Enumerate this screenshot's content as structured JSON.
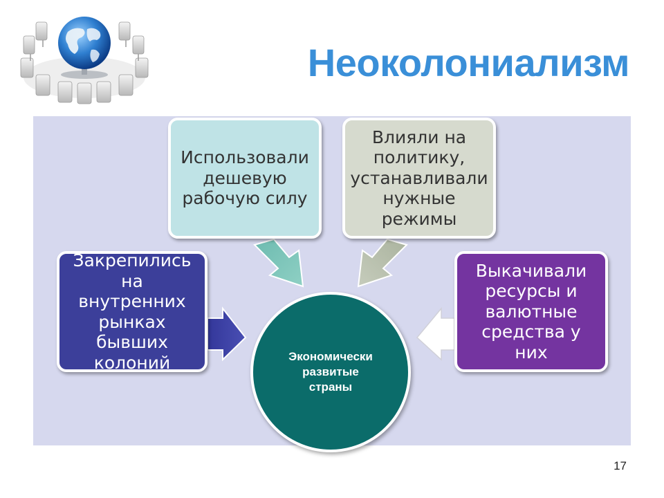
{
  "title": "Неоколониализм",
  "page_number": "17",
  "diagram": {
    "center": "Экономически\nразвитые\nстраны",
    "boxes": {
      "left": "Закрепились\nна внутренних\nрынках\nбывших\nколоний",
      "top_left": "Использовали\nдешевую\nрабочую силу",
      "top_right": "Влияли на\nполитику,\nустанавливали\nнужные\nрежимы",
      "right": "Выкачивали\nресурсы и\nвалютные\nсредства у них"
    }
  },
  "colors": {
    "title": "#3a8fd8",
    "panel": "#d6d8ee",
    "left_box": "#3c3f9a",
    "top_left_box": "#bfe3e6",
    "top_right_box": "#d6dace",
    "right_box": "#7434a0",
    "center_circle": "#0b6c6a"
  },
  "icons": {
    "logo": "globe-with-chairs-icon"
  }
}
